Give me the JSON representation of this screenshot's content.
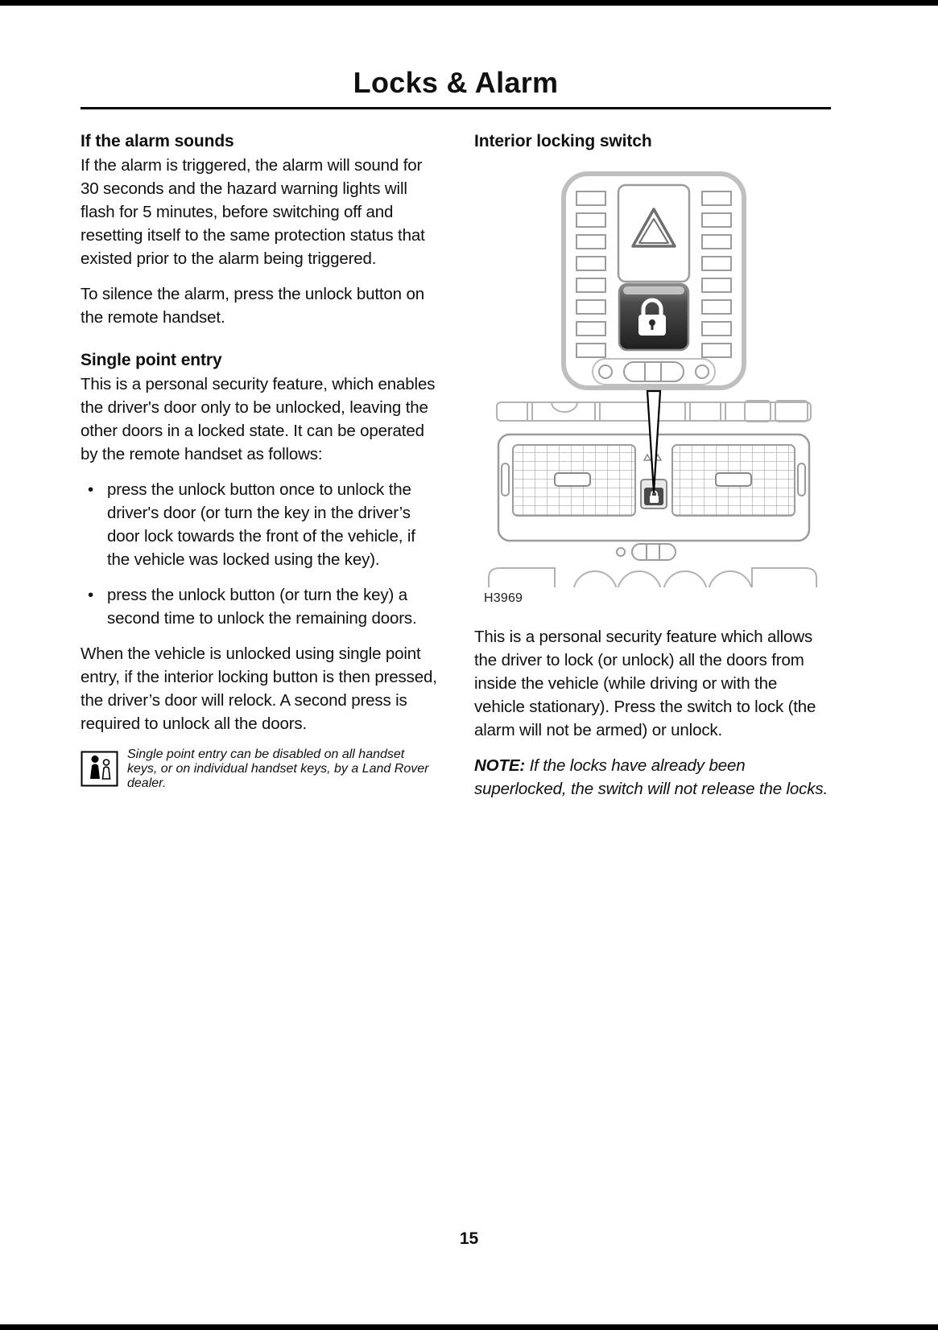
{
  "page": {
    "title": "Locks & Alarm",
    "page_number": "15"
  },
  "left": {
    "s1_heading": "If the alarm sounds",
    "s1_p1": "If the alarm is triggered, the alarm will sound for 30 seconds and the hazard warning lights will flash for 5 minutes, before switching off and resetting itself to the same protection status that existed prior to the alarm being triggered.",
    "s1_p2": "To silence the alarm, press the unlock button on the remote handset.",
    "s2_heading": "Single point entry",
    "s2_p1": "This is a personal security feature, which enables the driver's door only to be unlocked, leaving the other doors in a locked state. It can be operated by the remote handset as follows:",
    "bullets": [
      "press the unlock button once to unlock the driver's door (or turn the key in the driver’s door lock towards the front of the vehicle, if the vehicle was locked using the key).",
      "press the unlock button (or turn the key) a second time to unlock the remaining doors."
    ],
    "s2_p2": "When the vehicle is unlocked using single point entry, if the interior locking button is then pressed, the driver’s door will relock. A second press is required to unlock all the doors.",
    "note": "Single point entry can be disabled on all handset keys, or on individual handset keys, by a Land Rover dealer."
  },
  "right": {
    "heading": "Interior locking switch",
    "figure_caption": "H3969",
    "p1": "This is a personal security feature which allows the driver to lock (or unlock) all the doors from inside the vehicle (while driving or with the vehicle stationary). Press the switch to lock (the alarm will not be armed) or unlock.",
    "note_label": "NOTE:",
    "note_text": "If the locks have already been superlocked, the switch will not release the locks."
  },
  "icons": {
    "hazard_warning": "warning-triangle",
    "door_lock": "padlock",
    "dealer_note": "person-figures-pictogram"
  }
}
